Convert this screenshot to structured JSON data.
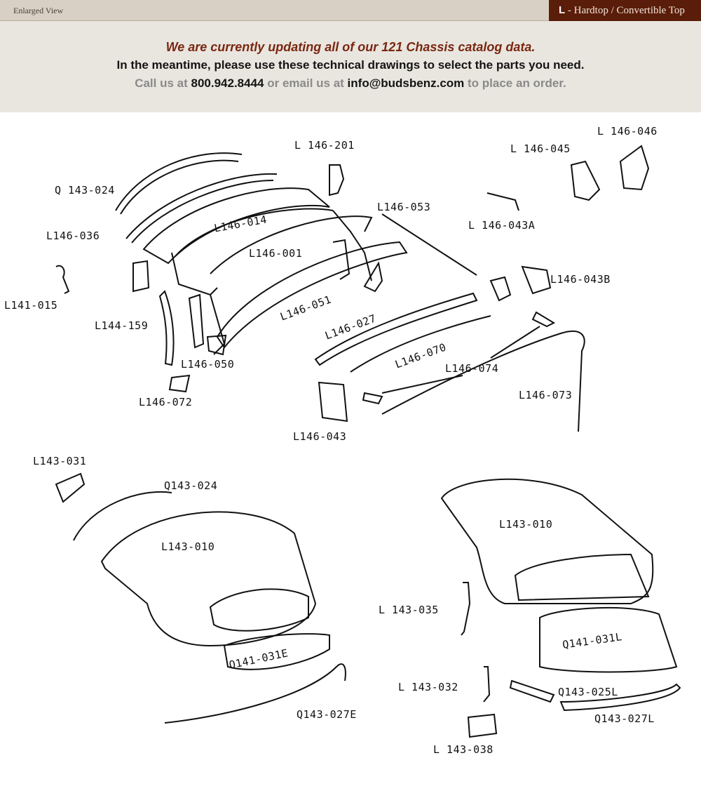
{
  "header": {
    "title": "Enlarged View",
    "section_letter": "L",
    "section_name": " - Hardtop / Convertible Top"
  },
  "notice": {
    "line1": "We are currently updating all of our 121 Chassis catalog data.",
    "line2": "In the meantime, please use these technical drawings to select the parts you need.",
    "line3_a": "Call us at ",
    "phone": "800.942.8444",
    "line3_b": " or email us at ",
    "email": "info@budsbenz.com",
    "line3_c": " to place an order."
  },
  "parts": {
    "p1": "L 146-046",
    "p2": "L 146-201",
    "p3": "L 146-045",
    "p4": "Q 143-024",
    "p5": "L146-053",
    "p6": "L 146-043A",
    "p7": "L146-036",
    "p8": "L146-014",
    "p9": "L146-001",
    "p10": "L146-043B",
    "p11": "L141-015",
    "p12": "L146-051",
    "p13": "L146-027",
    "p14": "L144-159",
    "p15": "L146-070",
    "p16": "L146-050",
    "p17": "L146-074",
    "p18": "L146-072",
    "p19": "L146-073",
    "p20": "L146-043",
    "p21": "L143-031",
    "p22": "Q143-024",
    "p23": "L143-010",
    "p24": "L143-010",
    "p25": "L 143-035",
    "p26": "Q141-031E",
    "p27": "Q141-031L",
    "p28": "L 143-032",
    "p29": "Q143-025L",
    "p30": "Q143-027E",
    "p31": "Q143-027L",
    "p32": "L 143-038"
  },
  "colors": {
    "section_bg": "#5a1d0a",
    "notice_highlight": "#7a2710",
    "notice_bg": "#e9e6e0",
    "muted_text": "#8a8a8a"
  }
}
